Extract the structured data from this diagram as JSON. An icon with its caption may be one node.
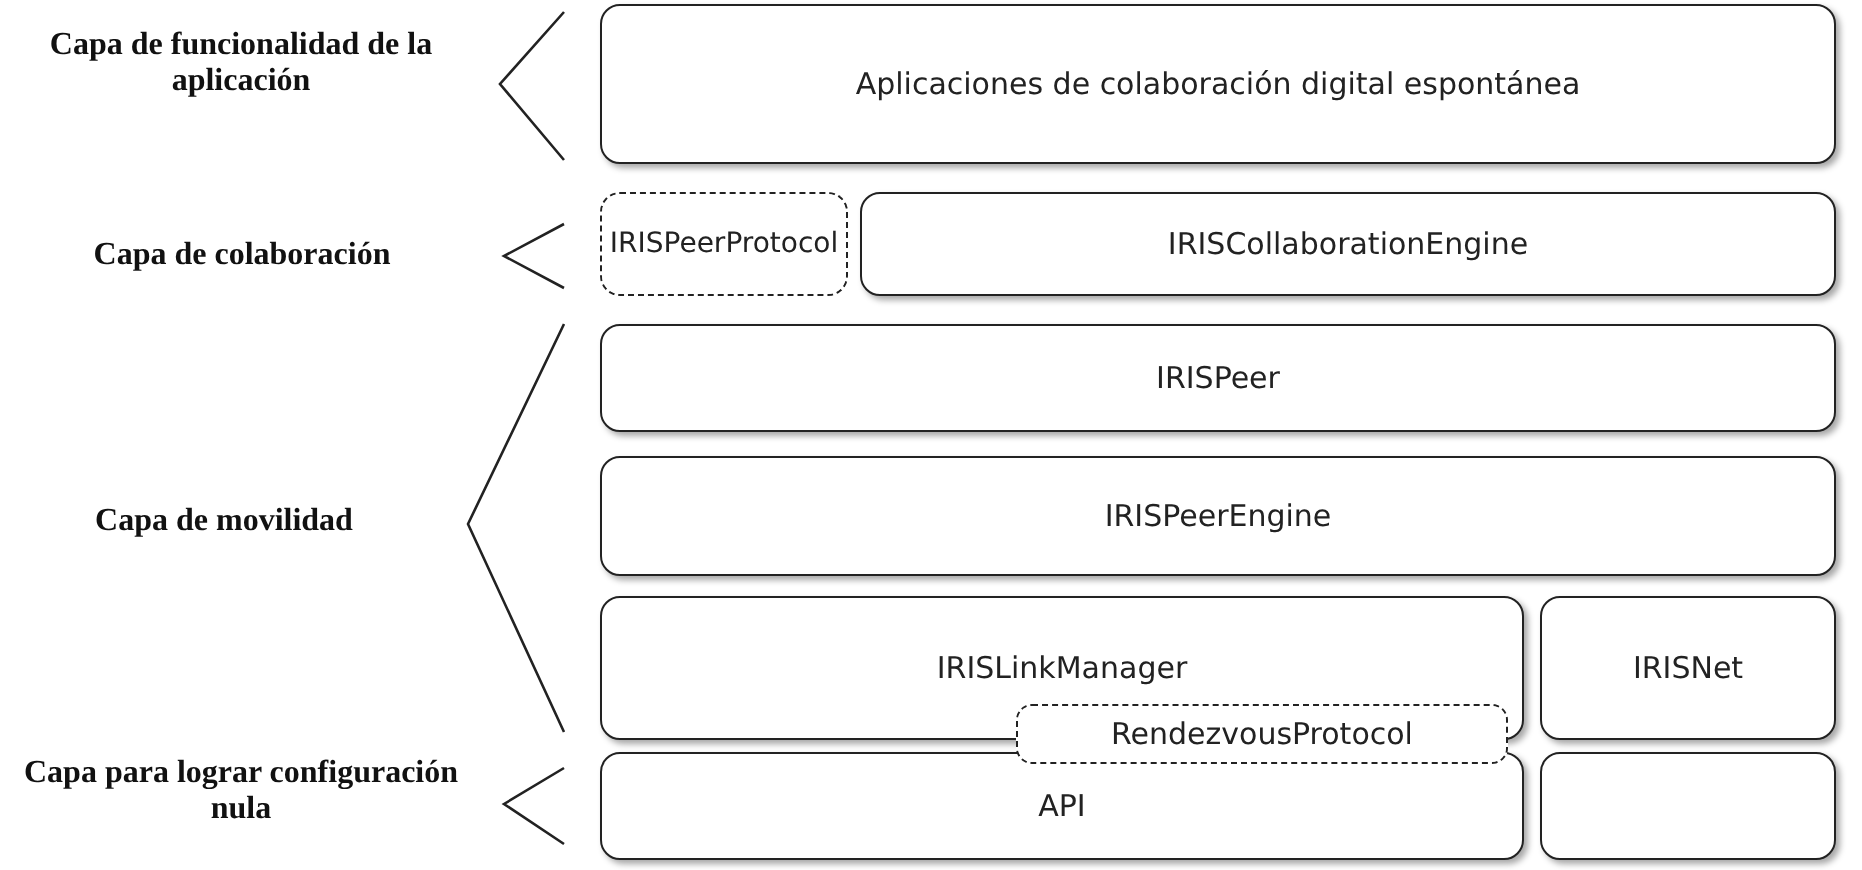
{
  "diagram": {
    "nodes": [
      {
        "text": [
          "Aplicaciones de colaboración digital espontánea"
        ]
      },
      {
        "text": [
          "IRISPeerProtocol"
        ]
      },
      {
        "text": [
          "IRISCollaborationEngine"
        ]
      },
      {
        "text": [
          "IRISPeer"
        ]
      },
      {
        "text": [
          "IRISPeerEngine"
        ]
      },
      {
        "text": [
          "IRISLinkManager"
        ]
      },
      {
        "text": [
          "IRISNet"
        ]
      },
      {
        "text": [
          "RendezvousProtocol"
        ]
      },
      {
        "text": [
          "API"
        ]
      },
      {
        "text": [],
        "shape": "box"
      }
    ],
    "edges": [],
    "labels": [
      "Capa de funcionalidad de la aplicación",
      "Capa de colaboración",
      "Capa de movilidad",
      "Capa para lograr configuración nula"
    ]
  }
}
